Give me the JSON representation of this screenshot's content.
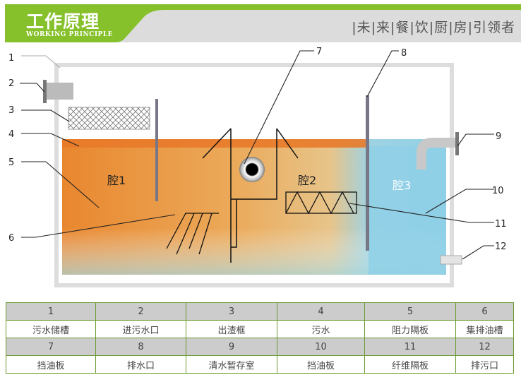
{
  "header": {
    "title": "工作原理",
    "subtitle": "WORKING PRINCIPLE",
    "slogan": "|未|来|餐|饮|厨|房|引领者"
  },
  "diagram": {
    "callouts": [
      "1",
      "2",
      "3",
      "4",
      "5",
      "6",
      "7",
      "8",
      "9",
      "10",
      "11",
      "12"
    ],
    "chambers": [
      "腔1",
      "腔2",
      "腔3"
    ]
  },
  "legend_table": {
    "rows": [
      {
        "numbers": [
          "1",
          "2",
          "3",
          "4",
          "5",
          "6"
        ],
        "names": [
          "污水储槽",
          "进污水口",
          "出渣框",
          "污水",
          "阻力隔板",
          "集排油槽"
        ]
      },
      {
        "numbers": [
          "7",
          "8",
          "9",
          "10",
          "11",
          "12"
        ],
        "names": [
          "挡油板",
          "排水口",
          "清水暂存室",
          "挡油板",
          "纤维隔板",
          "排污口"
        ]
      }
    ]
  },
  "colors": {
    "accent_green": "#86c02b",
    "oil_orange": "#e8782a",
    "water_blue": "#8fd0e6",
    "table_border": "#6a9a30"
  }
}
